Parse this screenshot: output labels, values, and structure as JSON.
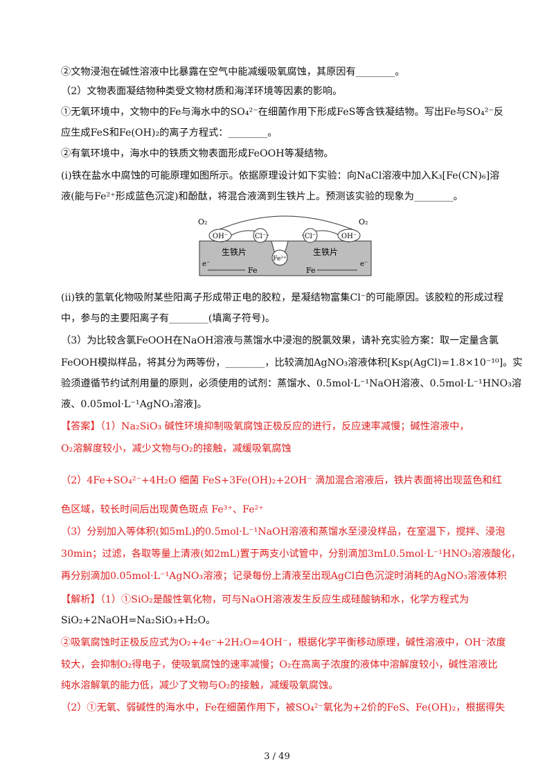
{
  "lines": [
    {
      "text": "②文物浸泡在碱性溶液中比暴露在空气中能减缓吸氧腐蚀，其原因有________。",
      "color": "#111"
    },
    {
      "text": "（2）文物表面凝结物种类受文物材质和海洋环境等因素的影响。",
      "color": "#111"
    },
    {
      "text": "①无氧环境中，文物中的Fe与海水中的SO₄²⁻在细菌作用下形成FeS等含铁凝结物。写出Fe与SO₄²⁻反",
      "color": "#111"
    },
    {
      "text": "应生成FeS和Fe(OH)₂的离子方程式：________。",
      "color": "#111"
    },
    {
      "text": "②有氧环境中，海水中的铁质文物表面形成FeOOH等凝结物。",
      "color": "#111"
    },
    {
      "text": "(i)铁在盐水中腐蚀的可能原理如图所示。依据原理设计如下实验：向NaCl溶液中加入K₃[Fe(CN)₆]溶",
      "color": "#111"
    },
    {
      "text": "液(能与Fe²⁺形成蓝色沉淀)和酚酞，将混合液滴到生铁片上。预测该实验的现象为________。",
      "color": "#111"
    },
    {
      "text": "(ii)铁的氢氧化物吸附某些阳离子形成带正电的胶粒，是凝结物富集Cl⁻的可能原因。该胶粒的形成过程",
      "color": "#111"
    },
    {
      "text": "中，参与的主要阳离子有________(填离子符号)。",
      "color": "#111"
    },
    {
      "text": "（3）为比较含氯FeOOH在NaOH溶液与蒸馏水中浸泡的脱氯效果，请补充实验方案：取一定量含氯",
      "color": "#111"
    },
    {
      "text": "FeOOH模拟样品，将其分为两等份，________，比较滴加AgNO₃溶液体积[Ksp(AgCl)=1.8×10⁻¹⁰]。实",
      "color": "#111"
    },
    {
      "text": "验须遵循节约试剂用量的原则，必须使用的试剂：蒸馏水、0.5mol·L⁻¹NaOH溶液、0.5mol·L⁻¹HNO₃溶",
      "color": "#111"
    },
    {
      "text": "液、0.05mol·L⁻¹AgNO₃溶液]。",
      "color": "#111"
    },
    {
      "text": "【答案】（1）Na₂SiO₃      碱性环境抑制吸氧腐蚀正极反应的进行，反应速率减慢；碱性溶液中，",
      "color": "#e02020"
    },
    {
      "text": "O₂溶解度较小，减少文物与O₂的接触，减缓吸氧腐蚀",
      "color": "#e02020"
    },
    {
      "text": "（2）4Fe+SO₄²⁻+4H₂O 细菌 FeS+3Fe(OH)₂+2OH⁻         滴加混合溶液后，铁片表面将出现蓝色和红",
      "color": "#e02020"
    },
    {
      "text": "色区域，较长时间后出现黄色斑点          Fe³⁺、Fe²⁺",
      "color": "#e02020"
    },
    {
      "text": "（3）分别加入等体积(如5mL)的0.5mol·L⁻¹NaOH溶液和蒸馏水至浸没样品，在室温下，搅拌、浸泡",
      "color": "#e02020"
    },
    {
      "text": "30min；过滤，各取等量上清液(如2mL)置于两支小试管中，分别滴加3mL0.5mol·L⁻¹HNO₃溶液酸化，",
      "color": "#e02020"
    },
    {
      "text": "再分别滴加0.05mol·L⁻¹AgNO₃溶液；记录每份上清液至出现AgCl白色沉淀时消耗的AgNO₃溶液体积",
      "color": "#e02020"
    },
    {
      "text": "【解析】（1）①SiO₂是酸性氧化物，可与NaOH溶液发生反应生成硅酸钠和水，化学方程式为",
      "color": "#e02020"
    },
    {
      "text": "SiO₂+2NaOH=Na₂SiO₃+H₂O。",
      "color": "#111"
    },
    {
      "text": "②吸氧腐蚀时正极反应式为O₂+4e⁻+2H₂O=4OH⁻，根据化学平衡移动原理，碱性溶液中，OH⁻浓度",
      "color": "#e02020"
    },
    {
      "text": "较大，会抑制O₂得电子，使吸氧腐蚀的速率减慢；O₂在高离子浓度的液体中溶解度较小，碱性溶液比",
      "color": "#e02020"
    },
    {
      "text": "纯水溶解氧的能力低，减少了文物与O₂的接触，减缓吸氧腐蚀。",
      "color": "#e02020"
    },
    {
      "text": "（2）①无氧、弱碱性的海水中，Fe在细菌作用下，被SO₄²⁻氧化为+2价的FeS、Fe(OH)₂，根据得失",
      "color": "#e02020"
    }
  ],
  "diagram": {
    "o2_left": "O₂",
    "o2_right": "O₂",
    "oh_left": "OH⁻",
    "oh_right": "OH⁻",
    "cl_left": "Cl⁻",
    "cl_right": "Cl⁻",
    "fe2": "Fe²⁺",
    "plate_left": "生铁片",
    "plate_right": "生铁片",
    "e_left": "e⁻",
    "e_right": "e⁻",
    "fe_left": "Fe",
    "fe_right": "Fe"
  },
  "page_number": "3 / 49"
}
